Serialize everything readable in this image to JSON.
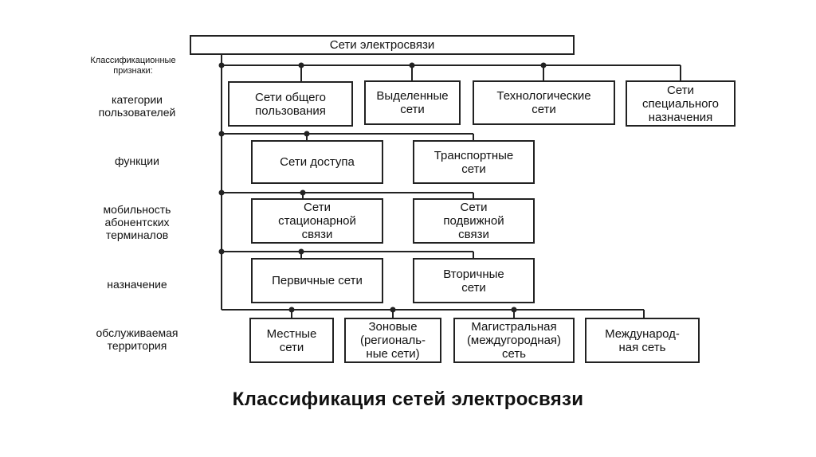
{
  "root": "Сети электросвязи",
  "classification_header": "Классификационные\nпризнаки:",
  "criteria": [
    {
      "label": "категории\nпользователей",
      "items": [
        "Сети общего\nпользования",
        "Выделенные\nсети",
        "Технологические\nсети",
        "Сети\nспециального\nназначения"
      ]
    },
    {
      "label": "функции",
      "items": [
        "Сети доступа",
        "Транспортные\nсети"
      ]
    },
    {
      "label": "мобильность\nабонентских\nтерминалов",
      "items": [
        "Сети\nстационарной\nсвязи",
        "Сети\nподвижной\nсвязи"
      ]
    },
    {
      "label": "назначение",
      "items": [
        "Первичные сети",
        "Вторичные\nсети"
      ]
    },
    {
      "label": "обслуживаемая\nтерритория",
      "items": [
        "Местные\nсети",
        "Зоновые\n(региональ-\nные сети)",
        "Магистральная\n(междугородная)\nсеть",
        "Международ-\nная сеть"
      ]
    }
  ],
  "caption": "Классификация сетей электросвязи"
}
